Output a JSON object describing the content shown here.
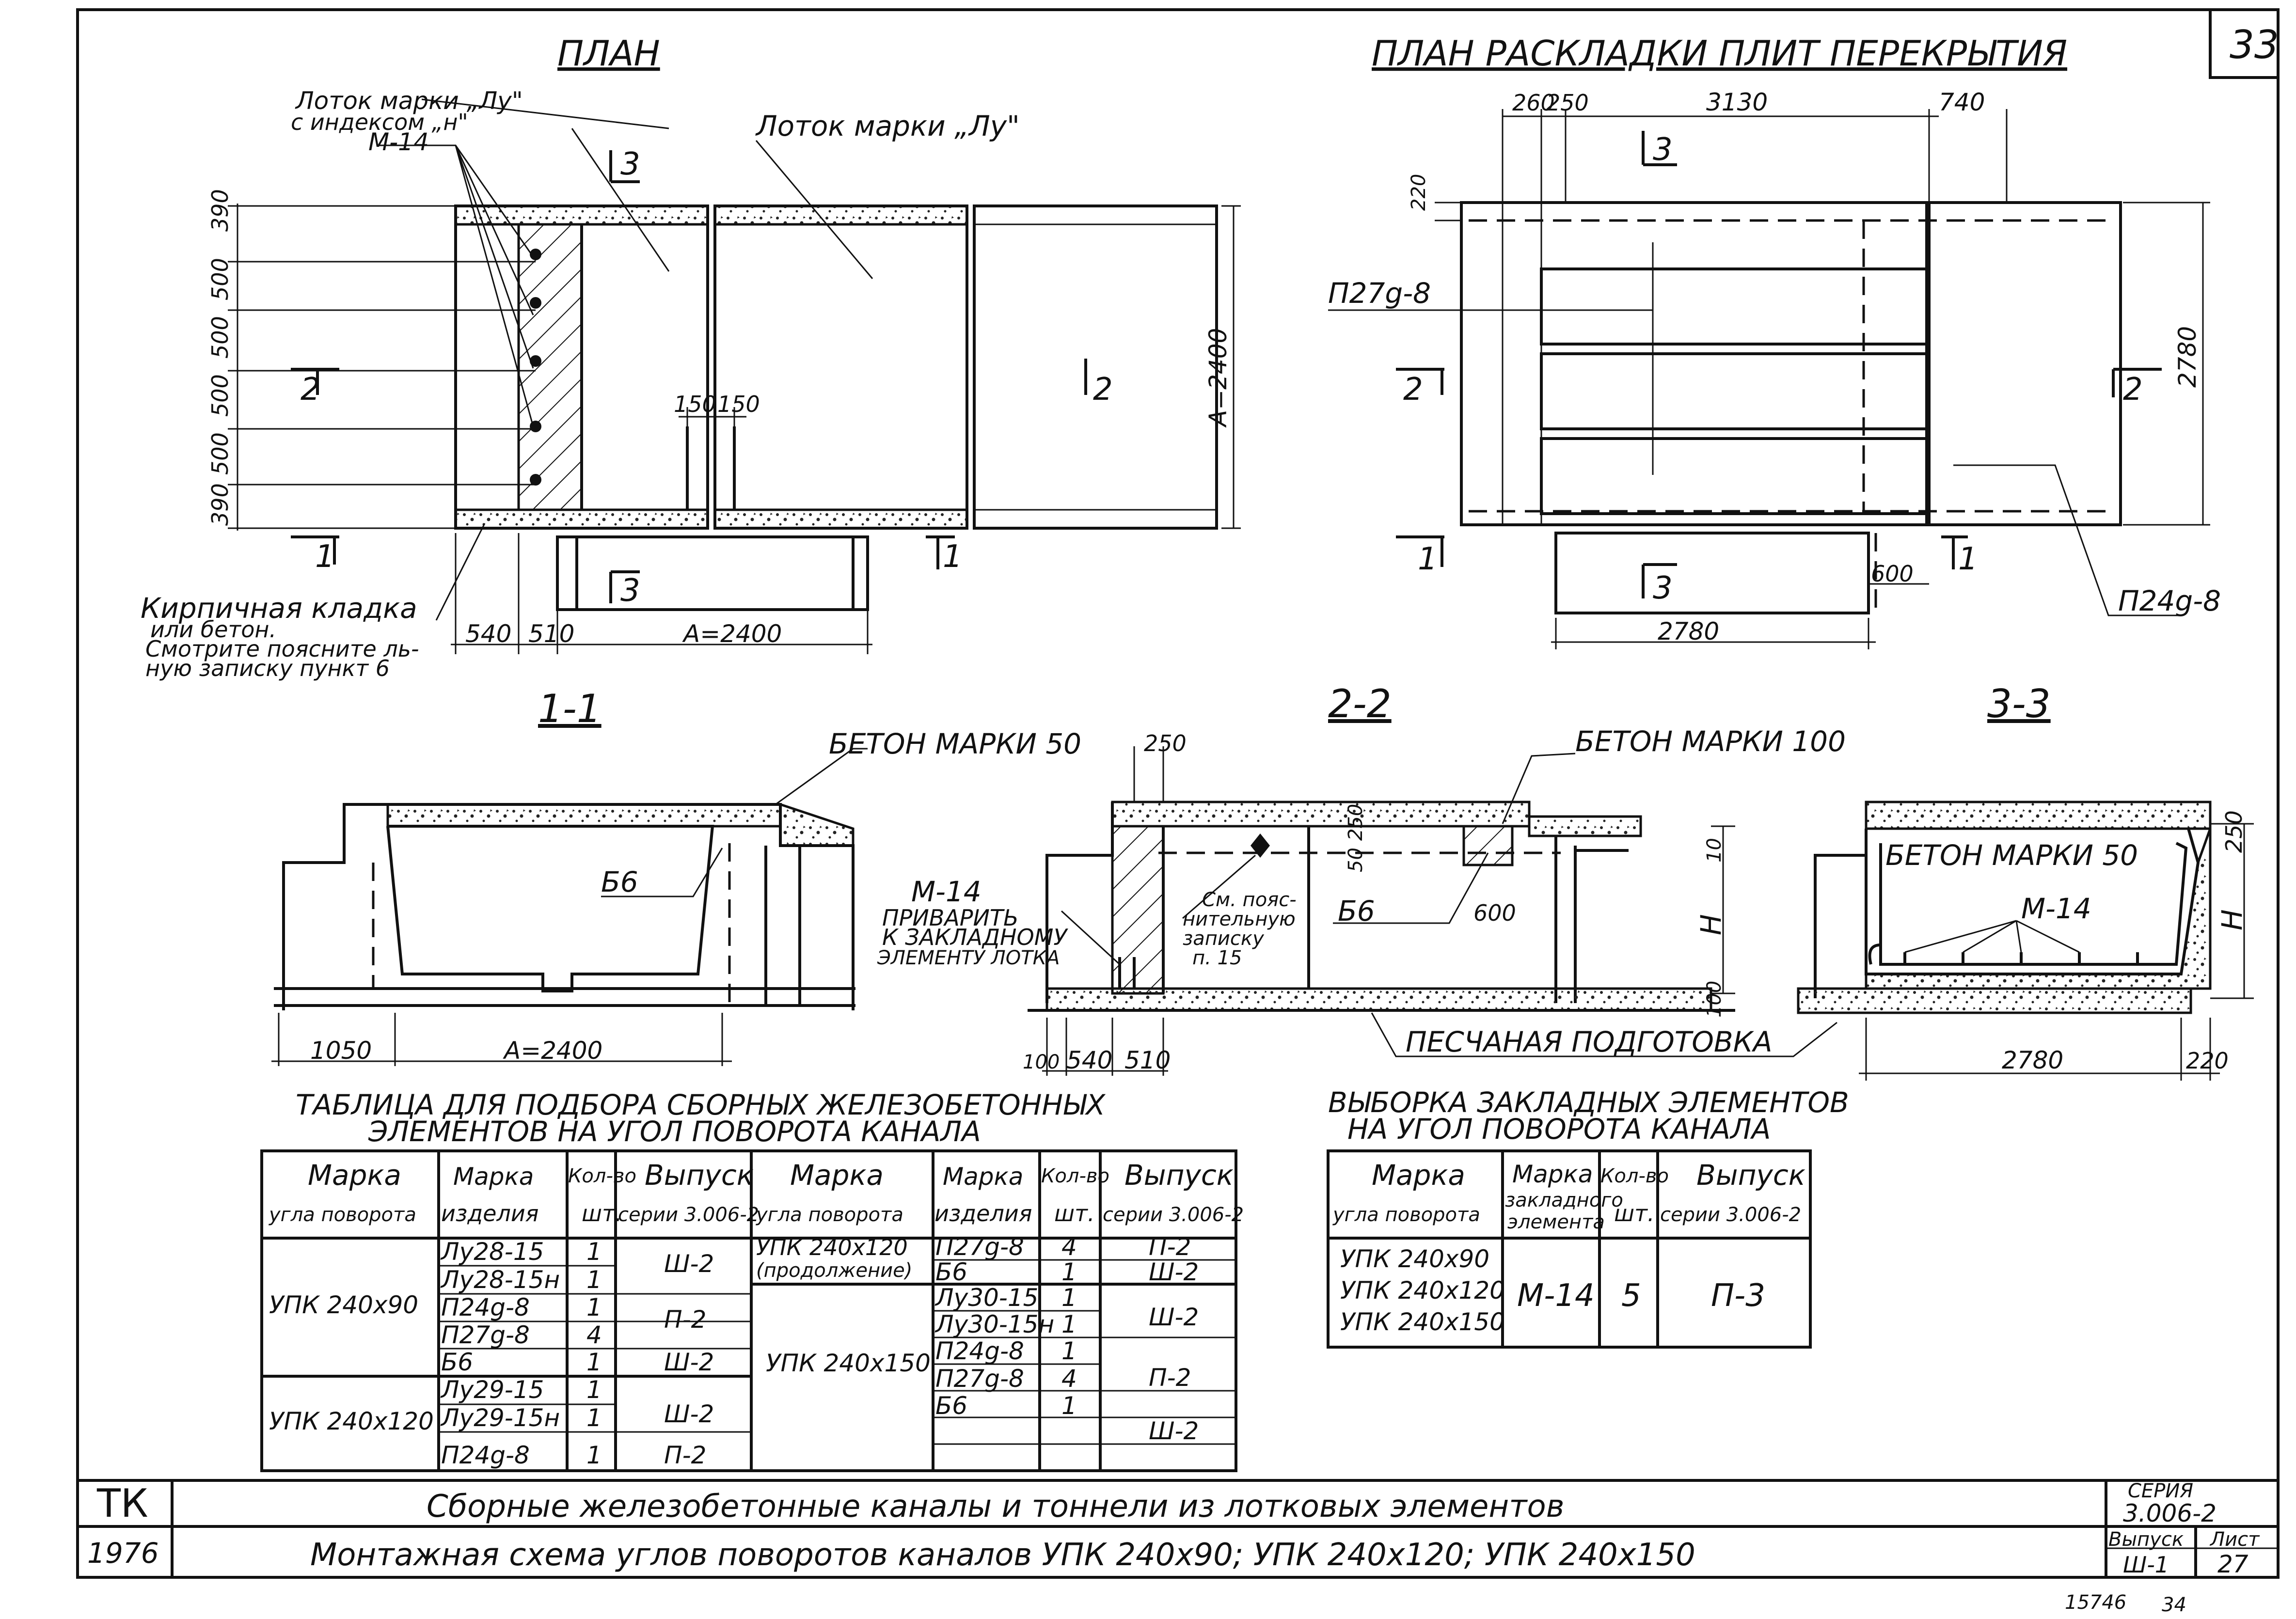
{
  "sheet": {
    "number": "33",
    "stamp_bottom": "15746",
    "stamp_bottom2": "34",
    "org": "ТК",
    "year": "1976",
    "title_line1": "Сборные железобетонные каналы и тоннели из лотковых элементов",
    "title_line2": "Монтажная схема углов поворотов каналов УПК 240х90; УПК 240х120; УПК 240х150",
    "series_label": "СЕРИЯ",
    "series_value": "3.006-2",
    "issue_label": "Выпуск",
    "issue_value": "Ш-1",
    "sheet_label": "Лист",
    "sheet_value": "27"
  },
  "plan": {
    "title": "ПЛАН",
    "label_lu_h_1": "Лоток марки „Лу\"",
    "label_lu_h_2": "с индексом „н\"",
    "label_m14": "М-14",
    "label_lu": "Лоток марки „Лу\"",
    "label_brick_1": "Кирпичная кладка",
    "label_brick_2": "или бетон.",
    "label_brick_3": "Смотрите поясните ль-",
    "label_brick_4": "ную записку пункт 6",
    "dims_left": [
      "390",
      "500",
      "500",
      "500",
      "500",
      "390"
    ],
    "dim_150a": "150",
    "dim_150b": "150",
    "dim_a2400_v": "А=2400",
    "dim_540": "540",
    "dim_510": "510",
    "dim_a2400_h": "А=2400",
    "sec1": "1",
    "sec2": "2",
    "sec3": "3"
  },
  "layout_plan": {
    "title": "ПЛАН РАСКЛАДКИ ПЛИТ ПЕРЕКРЫТИЯ",
    "dim_260": "260",
    "dim_250": "250",
    "dim_3130": "3130",
    "dim_740": "740",
    "dim_220": "220",
    "dim_2780_v": "2780",
    "dim_600": "600",
    "dim_2780_h": "2780",
    "label_p27": "П27g-8",
    "label_p24": "П24g-8",
    "sec1": "1",
    "sec2": "2",
    "sec3": "3"
  },
  "section11": {
    "title": "1-1",
    "concrete": "БЕТОН МАРКИ 50",
    "b6": "Б6",
    "dim_1050": "1050",
    "dim_a2400": "А=2400"
  },
  "section22": {
    "title": "2-2",
    "concrete": "БЕТОН МАРКИ 100",
    "dim_250": "250",
    "m14": "М-14",
    "weld_1": "ПРИВАРИТЬ",
    "weld_2": "К ЗАКЛАДНОМУ",
    "weld_3": "ЭЛЕМЕНТУ ЛОТКА",
    "note_1": "См. пояс-",
    "note_2": "нительную",
    "note_3": "записку",
    "note_4": "п. 15",
    "b6": "Б6",
    "dim_600": "600",
    "dim_250b": "250",
    "dim_50": "50",
    "dim_10": "10",
    "dim_h": "Н",
    "dim_100v": "100",
    "dim_100": "100",
    "dim_540": "540",
    "dim_510": "510",
    "sand": "ПЕСЧАНАЯ ПОДГОТОВКА"
  },
  "section33": {
    "title": "3-3",
    "concrete": "БЕТОН МАРКИ 50",
    "m14": "М-14",
    "dim_250": "250",
    "dim_h": "Н",
    "dim_2780": "2780",
    "dim_220": "220"
  },
  "table1": {
    "title_1": "ТАБЛИЦА ДЛЯ ПОДБОРА СБОРНЫХ ЖЕЛЕЗОБЕТОННЫХ",
    "title_2": "ЭЛЕМЕНТОВ НА УГОЛ ПОВОРОТА КАНАЛА",
    "headers": [
      [
        "Марка",
        "угла поворота"
      ],
      [
        "Марка",
        "изделия"
      ],
      [
        "Кол-во",
        "шт."
      ],
      [
        "Выпуск",
        "серии 3.006-2"
      ],
      [
        "Марка",
        "угла поворота"
      ],
      [
        "Марка",
        "изделия"
      ],
      [
        "Кол-во",
        "шт."
      ],
      [
        "Выпуск",
        "серии 3.006-2"
      ]
    ],
    "left_groups": [
      {
        "corner": "УПК 240х90",
        "rows": [
          {
            "item": "Лу28-15",
            "qty": "1"
          },
          {
            "item": "Лу28-15н",
            "qty": "1"
          },
          {
            "item": "П24g-8",
            "qty": "1"
          },
          {
            "item": "П27g-8",
            "qty": "4"
          },
          {
            "item": "Б6",
            "qty": "1"
          }
        ],
        "issues": [
          "Ш-2",
          "П-2",
          "Ш-2"
        ]
      },
      {
        "corner": "УПК 240х120",
        "rows": [
          {
            "item": "Лу29-15",
            "qty": "1"
          },
          {
            "item": "Лу29-15н",
            "qty": "1"
          },
          {
            "item": "П24g-8",
            "qty": "1"
          }
        ],
        "issues": [
          "Ш-2",
          "П-2"
        ]
      }
    ],
    "right_groups": [
      {
        "corner_1": "УПК 240х120",
        "corner_2": "(продолжение)",
        "rows": [
          {
            "item": "П27g-8",
            "qty": "4",
            "issue": "П-2"
          },
          {
            "item": "Б6",
            "qty": "1",
            "issue": "Ш-2"
          }
        ]
      },
      {
        "corner": "УПК 240х150",
        "rows": [
          {
            "item": "Лу30-15",
            "qty": "1"
          },
          {
            "item": "Лу30-15н",
            "qty": "1"
          },
          {
            "item": "П24g-8",
            "qty": "1"
          },
          {
            "item": "П27g-8",
            "qty": "4"
          },
          {
            "item": "Б6",
            "qty": "1"
          }
        ],
        "issues": [
          "Ш-2",
          "П-2",
          "Ш-2"
        ]
      }
    ]
  },
  "table2": {
    "title_1": "ВЫБОРКА ЗАКЛАДНЫХ ЭЛЕМЕНТОВ",
    "title_2": "НА УГОЛ ПОВОРОТА КАНАЛА",
    "headers": [
      [
        "Марка",
        "угла поворота"
      ],
      [
        "Марка",
        "закладного",
        "элемента"
      ],
      [
        "Кол-во",
        "шт."
      ],
      [
        "Выпуск",
        "серии 3.006-2"
      ]
    ],
    "corners": [
      "УПК 240х90",
      "УПК 240х120",
      "УПК 240х150"
    ],
    "element": "М-14",
    "qty": "5",
    "issue": "П-3"
  }
}
